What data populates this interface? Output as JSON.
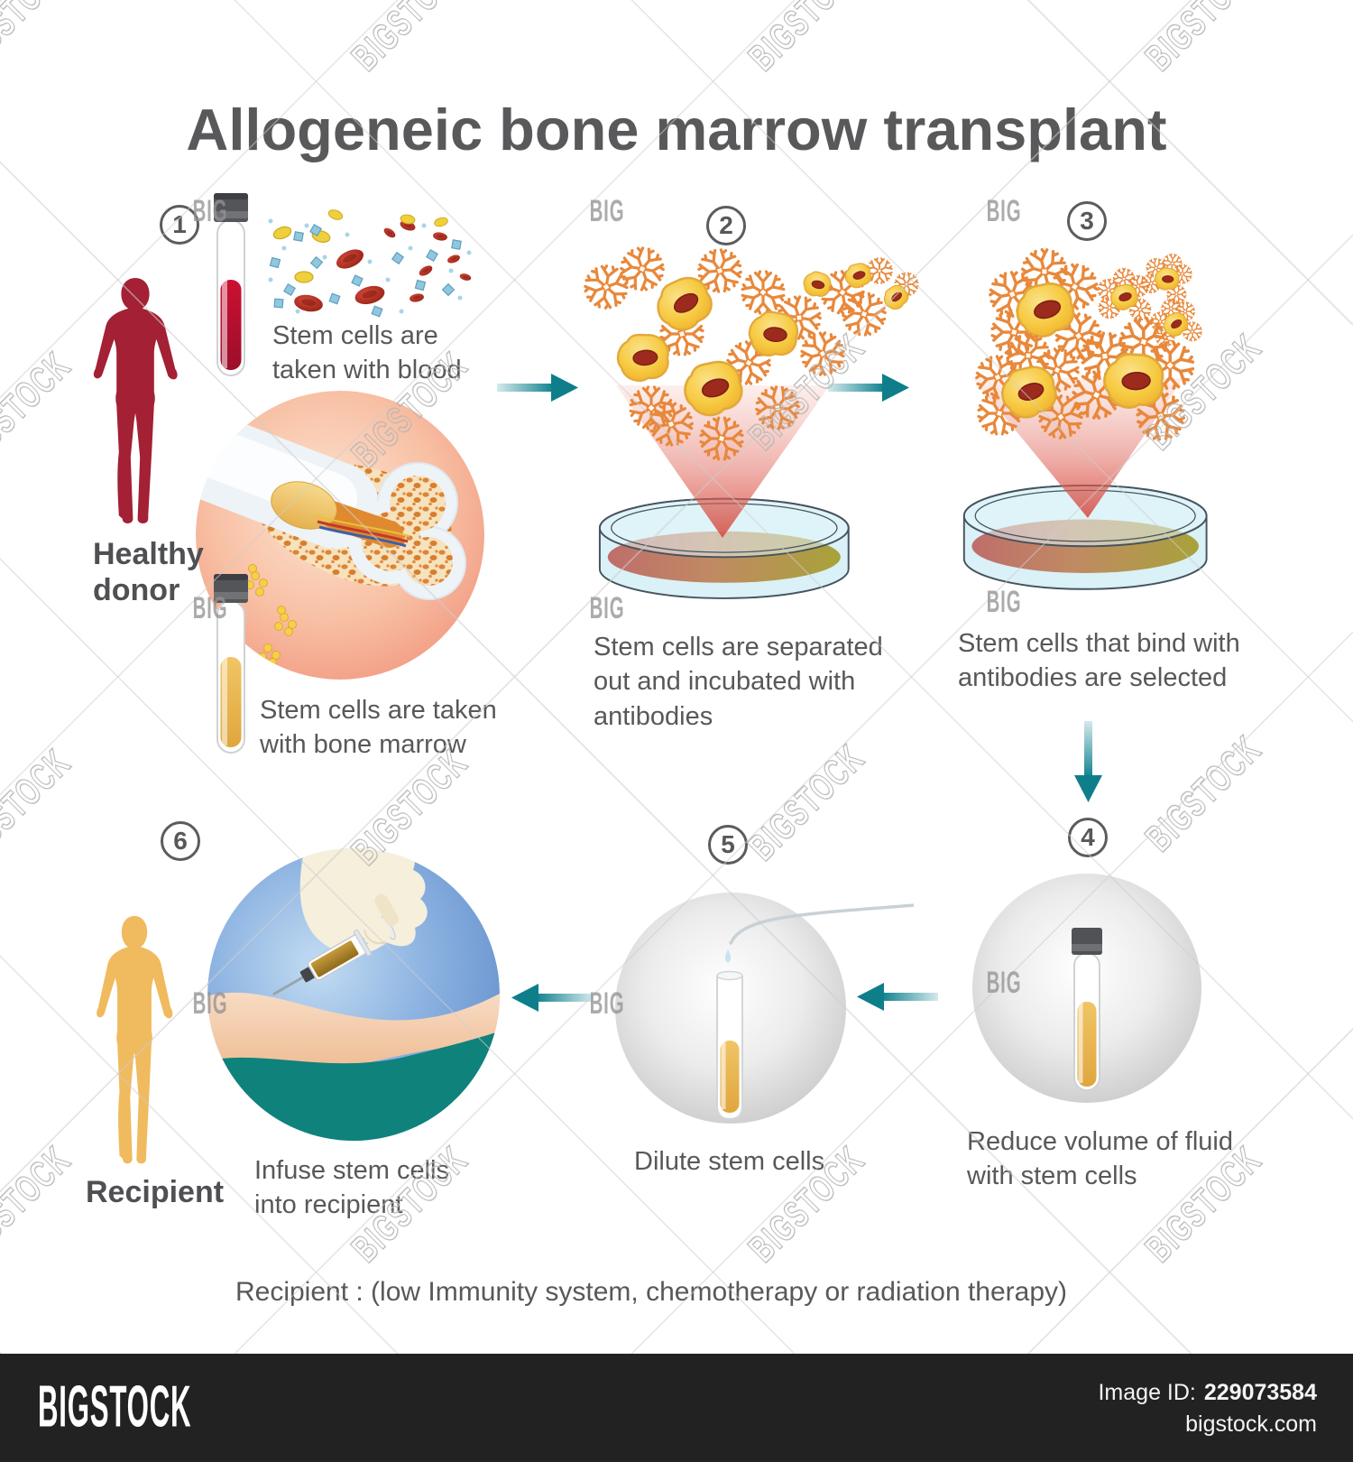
{
  "title": "Allogeneic bone marrow transplant",
  "labels": {
    "donor": "Healthy\ndonor",
    "recipient": "Recipient"
  },
  "steps": {
    "s1": {
      "number": "1",
      "caption_blood": "Stem cells are\ntaken with blood",
      "caption_marrow": "Stem cells are taken\nwith bone marrow"
    },
    "s2": {
      "number": "2",
      "caption": "Stem cells are separated\nout and incubated with\nantibodies"
    },
    "s3": {
      "number": "3",
      "caption": "Stem cells that bind with\nantibodies are selected"
    },
    "s4": {
      "number": "4",
      "caption": "Reduce volume of fluid\nwith stem cells"
    },
    "s5": {
      "number": "5",
      "caption": "Dilute stem cells"
    },
    "s6": {
      "number": "6",
      "caption": "Infuse stem cells\ninto recipient"
    }
  },
  "footnote": "Recipient : (low Immunity system, chemotherapy or radiation therapy)",
  "watermark": {
    "brand": "BIGSTOCK",
    "short": "BIG"
  },
  "footer": {
    "logo": "BIGSTOCK",
    "image_id_label": "Image ID:",
    "image_id": "229073584",
    "website": "bigstock.com"
  },
  "colors": {
    "accent_teal": "#0f7f8b",
    "donor_red": "#a32035",
    "recipient_yellow": "#f0ba5e",
    "text": "#58595b",
    "footer_bg": "#222222"
  }
}
